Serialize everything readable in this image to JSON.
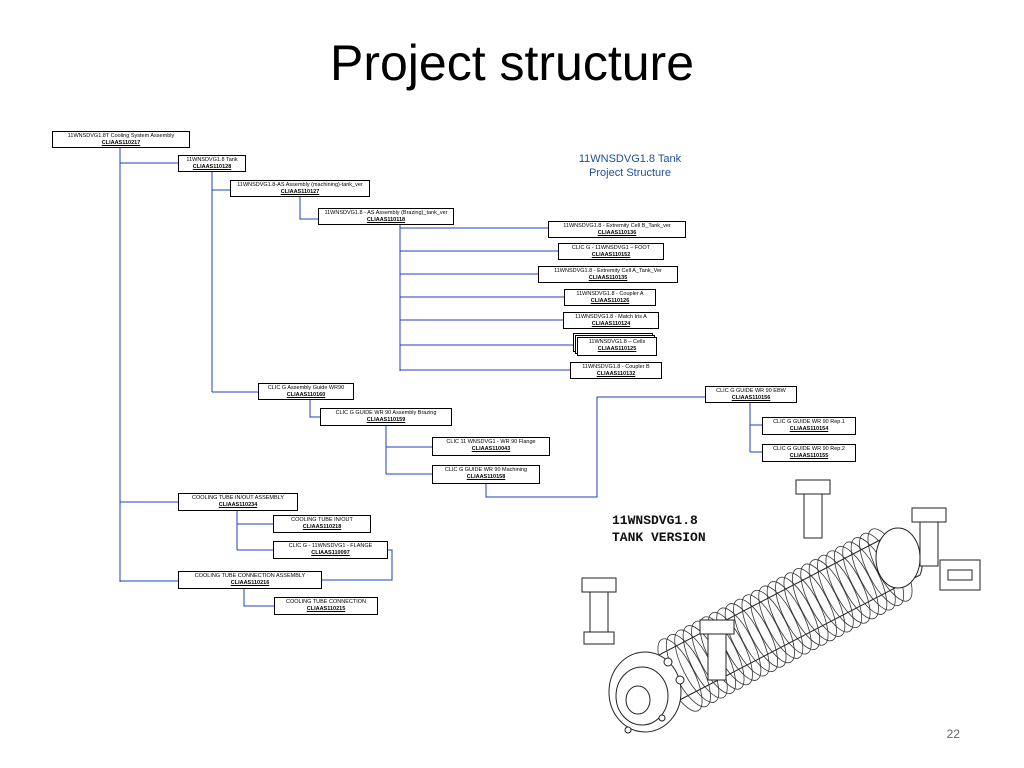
{
  "slide": {
    "title": "Project structure",
    "page_number": "22"
  },
  "diagram": {
    "heading_line1": "11WNSDVG1.8 Tank",
    "heading_line2": "Project Structure",
    "line_color": "#1f3fbf",
    "nodes": [
      {
        "id": "root",
        "title": "11WNSDVG1.8T Cooling System Assembly",
        "code": "CLIAAS110217"
      },
      {
        "id": "tank",
        "title": "11WNSDVG1.8 Tank",
        "code": "CLIAAS110128"
      },
      {
        "id": "as_machining",
        "title": "11WNSDVG1.8-AS Assembly (machining)-tank_ver",
        "code": "CLIAAS110127"
      },
      {
        "id": "as_brazing",
        "title": "11WNSDVG1.8 - AS Assembly (Brazing)_tank_ver",
        "code": "CLIAAS110118"
      },
      {
        "id": "cell_b",
        "title": "11WNSDVG1.8 - Extremity Cell B_Tank_ver",
        "code": "CLIAAS110136"
      },
      {
        "id": "foot",
        "title": "CLIC G - 11WNSDVG1 – FOOT",
        "code": "CLIAAS110152"
      },
      {
        "id": "cell_a",
        "title": "11WNSDVG1.8 - Extremity Cell A_Tank_Ver",
        "code": "CLIAAS110135"
      },
      {
        "id": "coupler_a",
        "title": "11WNSDVG1.8 - Coupler A",
        "code": "CLIAAS110126"
      },
      {
        "id": "match_iris",
        "title": "11WNSDVG1.8 - Match Iris A",
        "code": "CLIAAS110124"
      },
      {
        "id": "cells",
        "title": "11WNSDVG1.8 – Cells",
        "code": "CLIAAS110125"
      },
      {
        "id": "coupler_b",
        "title": "11WNSDVG1.8 - Coupler B",
        "code": "CLIAAS110132"
      },
      {
        "id": "guide_wr90",
        "title": "CLIC G Assembly Guide WR90",
        "code": "CLIAAS110160"
      },
      {
        "id": "guide_brazing",
        "title": "CLIC G GUIDE WR 90 Assembly Brazing",
        "code": "CLIAAS110159"
      },
      {
        "id": "flange_wr90",
        "title": "CLIC 11 WNSDVG1 - WR 90 Flange",
        "code": "CLIAAS110043"
      },
      {
        "id": "guide_machining",
        "title": "CLIC G GUIDE WR 90 Machining",
        "code": "CLIAAS110158"
      },
      {
        "id": "guide_ebw",
        "title": "CLIC G GUIDE WR 90 EBW",
        "code": "CLIAAS110156"
      },
      {
        "id": "guide_rep1",
        "title": "CLIC G GUIDE WR 90 Rep.1",
        "code": "CLIAAS110154"
      },
      {
        "id": "guide_rep2",
        "title": "CLIC G GUIDE WR 90 Rep.2",
        "code": "CLIAAS110155"
      },
      {
        "id": "tube_inout_asm",
        "title": "COOLING TUBE IN/OUT ASSEMBLY",
        "code": "CLIAAS110234"
      },
      {
        "id": "tube_inout",
        "title": "COOLING TUBE IN/OUT",
        "code": "CLIAAS110218"
      },
      {
        "id": "flange",
        "title": "CLIC G - 11WNSDVG1 - FLANGE",
        "code": "CLIAAS110097"
      },
      {
        "id": "tube_conn_asm",
        "title": "COOLING TUBE CONNECTION ASSEMBLY",
        "code": "CLIAAS110216"
      },
      {
        "id": "tube_conn",
        "title": "COOLING TUBE CONNECTION",
        "code": "CLIAAS110215"
      }
    ]
  },
  "drawing": {
    "caption_line1": "11WNSDVG1.8",
    "caption_line2": "TANK VERSION"
  }
}
